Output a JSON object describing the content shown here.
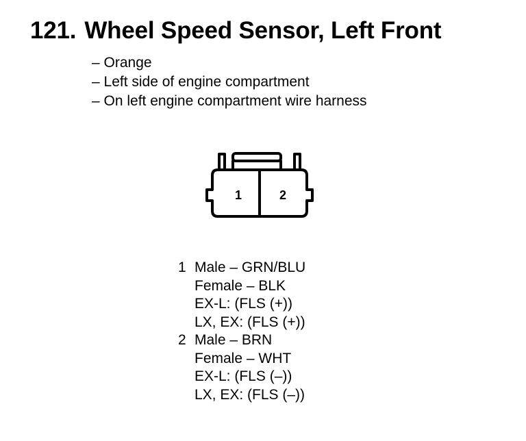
{
  "header": {
    "number": "121.",
    "title": "Wheel Speed Sensor, Left Front"
  },
  "bullets": [
    "– Orange",
    "– Left side of engine compartment",
    "– On left engine compartment wire harness"
  ],
  "connector": {
    "cavity_labels": [
      "1",
      "2"
    ]
  },
  "pins": [
    {
      "number": "1",
      "lines": [
        "Male – GRN/BLU",
        "Female – BLK",
        "EX-L: (FLS (+))",
        "LX, EX: (FLS (+))"
      ]
    },
    {
      "number": "2",
      "lines": [
        "Male – BRN",
        "Female – WHT",
        "EX-L: (FLS (–))",
        "LX, EX: (FLS (–))"
      ]
    }
  ]
}
